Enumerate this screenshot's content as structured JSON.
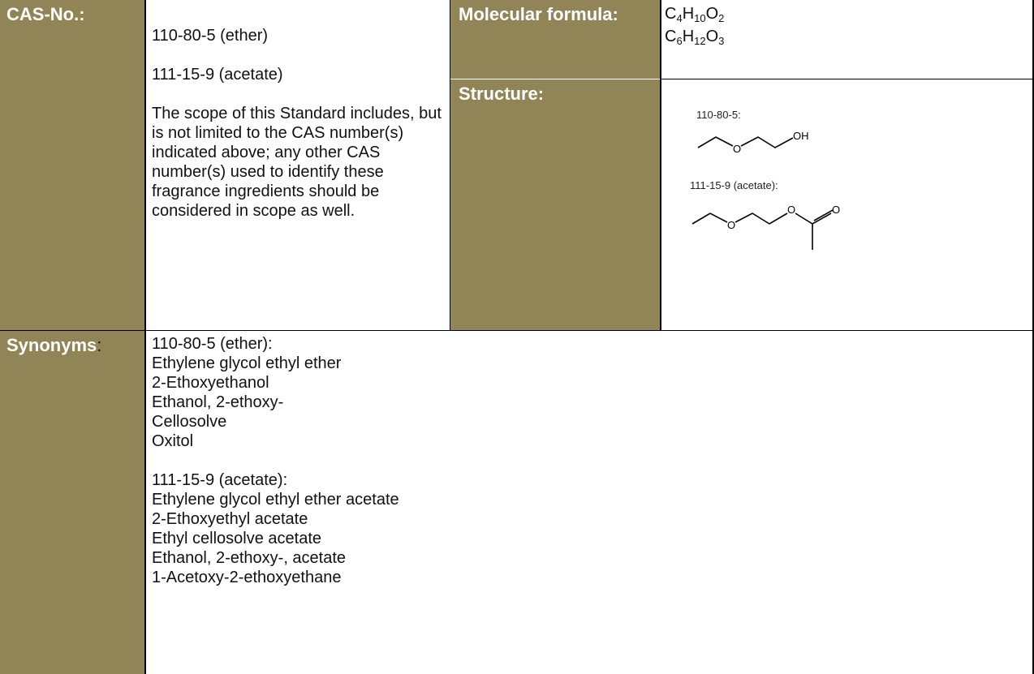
{
  "cas": {
    "label": "CAS-No.:",
    "lines": [
      "110-80-5 (ether)",
      "111-15-9 (acetate)"
    ],
    "scope_note": "The scope of this Standard includes, but is not limited to the CAS number(s) indicated above; any other CAS number(s) used to identify these fragrance ingredients should be considered in scope as well."
  },
  "molecular_formula": {
    "label": "Molecular formula:",
    "formulas": [
      [
        {
          "t": "C"
        },
        {
          "s": "4"
        },
        {
          "t": "H"
        },
        {
          "s": "10"
        },
        {
          "t": "O"
        },
        {
          "s": "2"
        }
      ],
      [
        {
          "t": "C"
        },
        {
          "s": "6"
        },
        {
          "t": "H"
        },
        {
          "s": "12"
        },
        {
          "t": "O"
        },
        {
          "s": "3"
        }
      ]
    ]
  },
  "structure": {
    "label": "Structure:",
    "ether_caption": "110-80-5:",
    "acetate_caption": "111-15-9 (acetate):",
    "atom_o": "O",
    "atom_oh": "OH"
  },
  "synonyms": {
    "label": "Synonyms",
    "colon": ":",
    "groups": [
      {
        "heading": "110-80-5 (ether):",
        "items": [
          "Ethylene glycol ethyl ether",
          "2-Ethoxyethanol",
          "Ethanol, 2-ethoxy-",
          "Cellosolve",
          "Oxitol"
        ]
      },
      {
        "heading": "111-15-9 (acetate):",
        "items": [
          "Ethylene glycol ethyl ether acetate",
          "2-Ethoxyethyl acetate",
          "Ethyl cellosolve acetate",
          "Ethanol, 2-ethoxy-, acetate",
          "1-Acetoxy-2-ethoxyethane"
        ]
      }
    ]
  },
  "colors": {
    "header_bg": "#918557",
    "header_text": "#ffffff"
  }
}
